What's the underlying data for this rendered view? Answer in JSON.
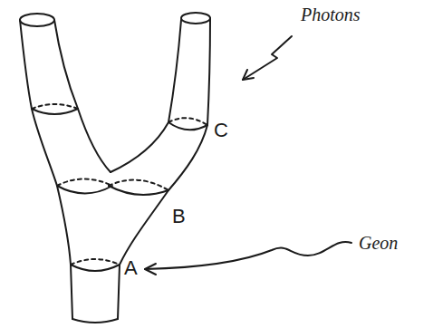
{
  "diagram": {
    "labels": [
      "Photons",
      "C",
      "B",
      "A",
      "Geon"
    ]
  }
}
